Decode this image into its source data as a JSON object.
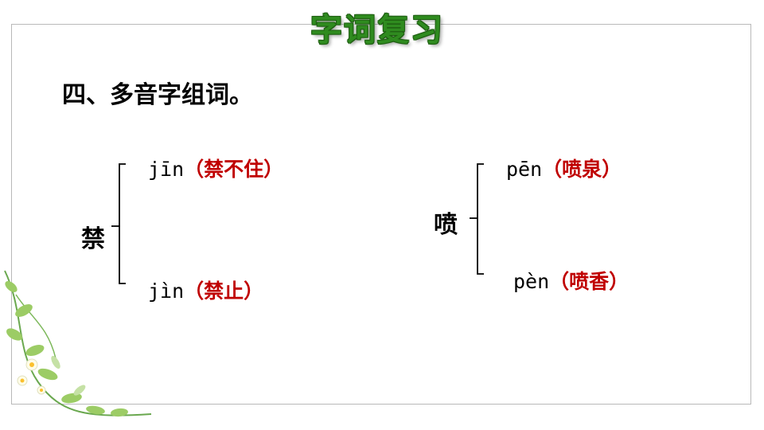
{
  "banner": {
    "title": "字词复习"
  },
  "heading": "四、多音字组词。",
  "groups": [
    {
      "character": "禁",
      "readings": [
        {
          "pinyin": "jīn",
          "word": "（禁不住）"
        },
        {
          "pinyin": "jìn",
          "word": "（禁止）"
        }
      ]
    },
    {
      "character": "喷",
      "readings": [
        {
          "pinyin": "pēn",
          "word": "（喷泉）"
        },
        {
          "pinyin": "pèn",
          "word": "（喷香）"
        }
      ]
    }
  ],
  "colors": {
    "accent_red": "#c00000",
    "banner_green": "#2f8b1f",
    "frame_gray": "#b9b9b9"
  }
}
